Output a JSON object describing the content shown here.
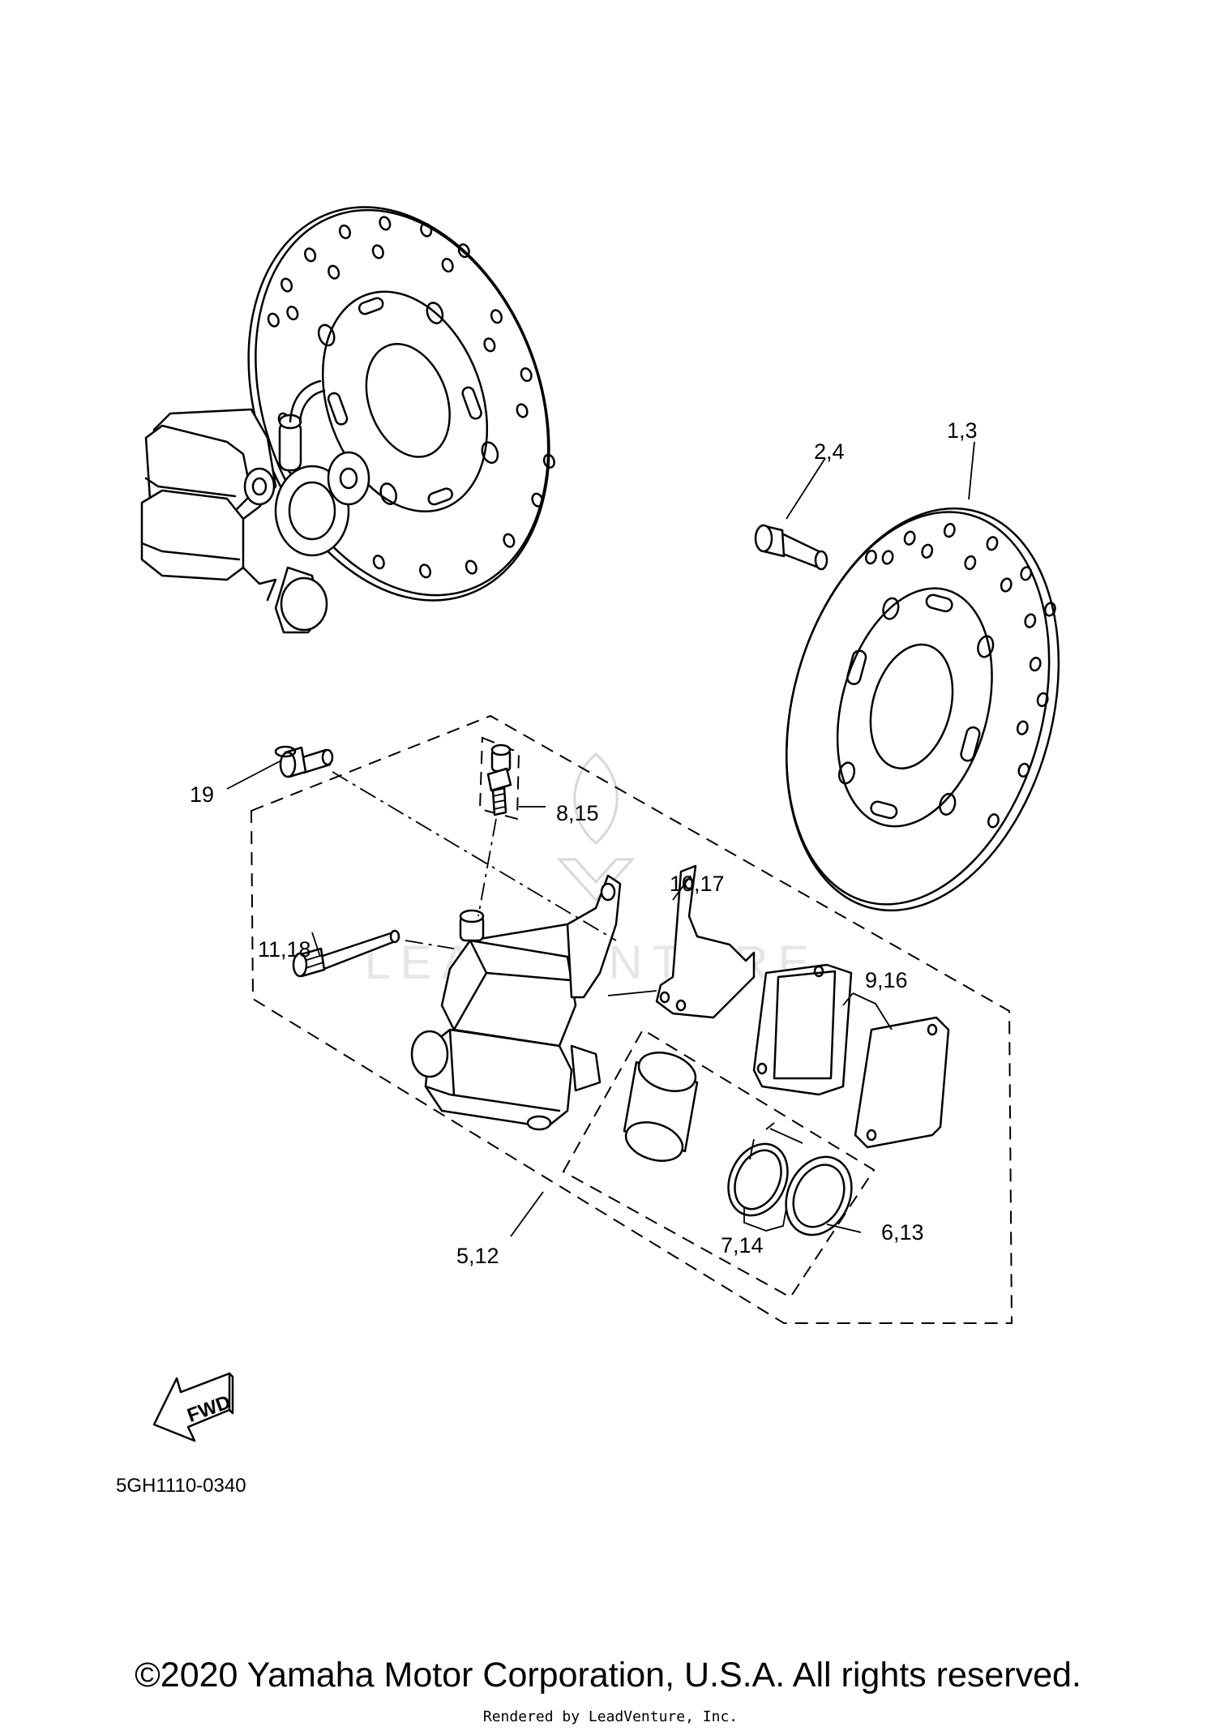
{
  "diagram": {
    "callouts": {
      "c1_3": "1,3",
      "c2_4": "2,4",
      "c19": "19",
      "c8_15": "8,15",
      "c10_17": "10,17",
      "c11_18": "11,18",
      "c9_16": "9,16",
      "c5_12": "5,12",
      "c7_14": "7,14",
      "c6_13": "6,13"
    },
    "fwd_label": "FWD",
    "diagram_code": "5GH1110-0340",
    "watermark": "LEADVENTURE"
  },
  "footer": {
    "copyright": "©2020 Yamaha Motor Corporation, U.S.A. All rights reserved.",
    "rendered_by": "Rendered by LeadVenture, Inc."
  }
}
